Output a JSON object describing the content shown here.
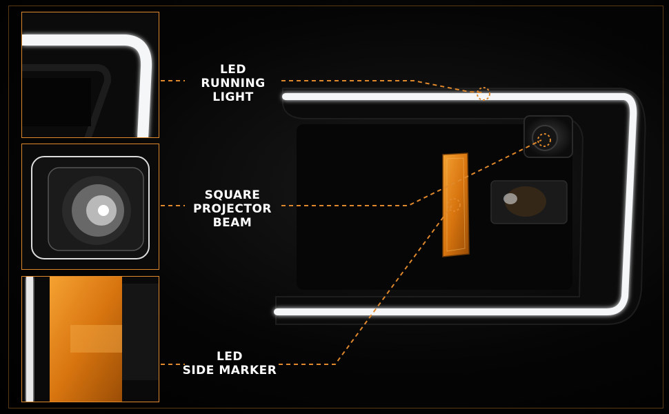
{
  "callouts": [
    {
      "lines": [
        "LED",
        "RUNNING",
        "LIGHT"
      ]
    },
    {
      "lines": [
        "SQUARE",
        "PROJECTOR",
        "BEAM"
      ]
    },
    {
      "lines": [
        "LED",
        "SIDE MARKER"
      ]
    }
  ],
  "colors": {
    "accent": "#e0892c",
    "amber": "#e07f14",
    "led_white": "#f4f6f8",
    "background": "#000000"
  }
}
